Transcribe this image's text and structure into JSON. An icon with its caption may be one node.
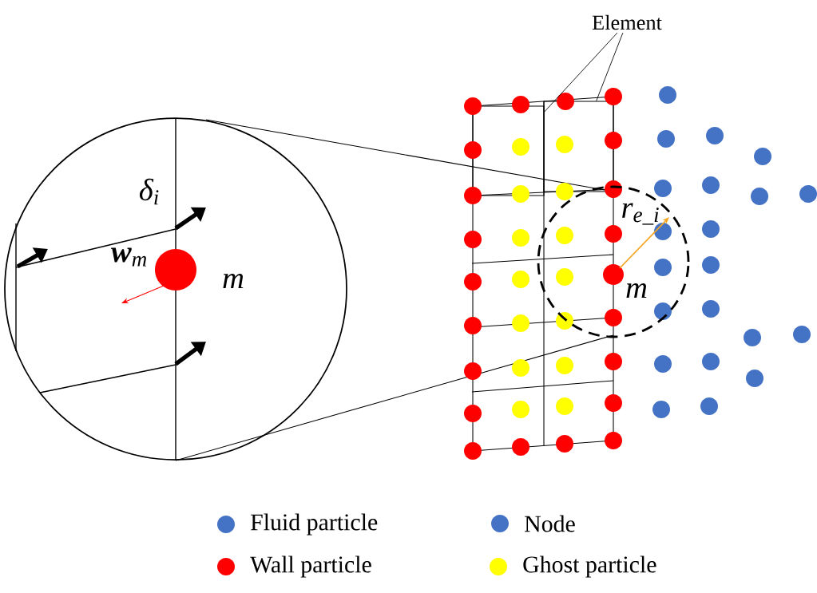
{
  "diagram": {
    "nodes": [
      {
        "text": [
          "Element"
        ]
      },
      {
        "text": [],
        "shape": "box"
      },
      {
        "text": [],
        "shape": "box"
      }
    ],
    "edges": [
      {
        "from": 0,
        "to": 1,
        "arrow": "none"
      },
      {
        "from": 0,
        "to": 2,
        "arrow": "none"
      }
    ],
    "labels": [
      "δ$_{i}$",
      "**w**$_{m}$",
      "m",
      "r$_{e_i}$",
      "m"
    ],
    "legend": [
      {
        "text": "Fluid particle",
        "color": "#4472c4"
      },
      {
        "text": "Node",
        "color": "#4472c4"
      },
      {
        "text": "Wall particle",
        "color": "#ff0000"
      },
      {
        "text": "Ghost particle",
        "color": "#ffff00"
      }
    ]
  }
}
